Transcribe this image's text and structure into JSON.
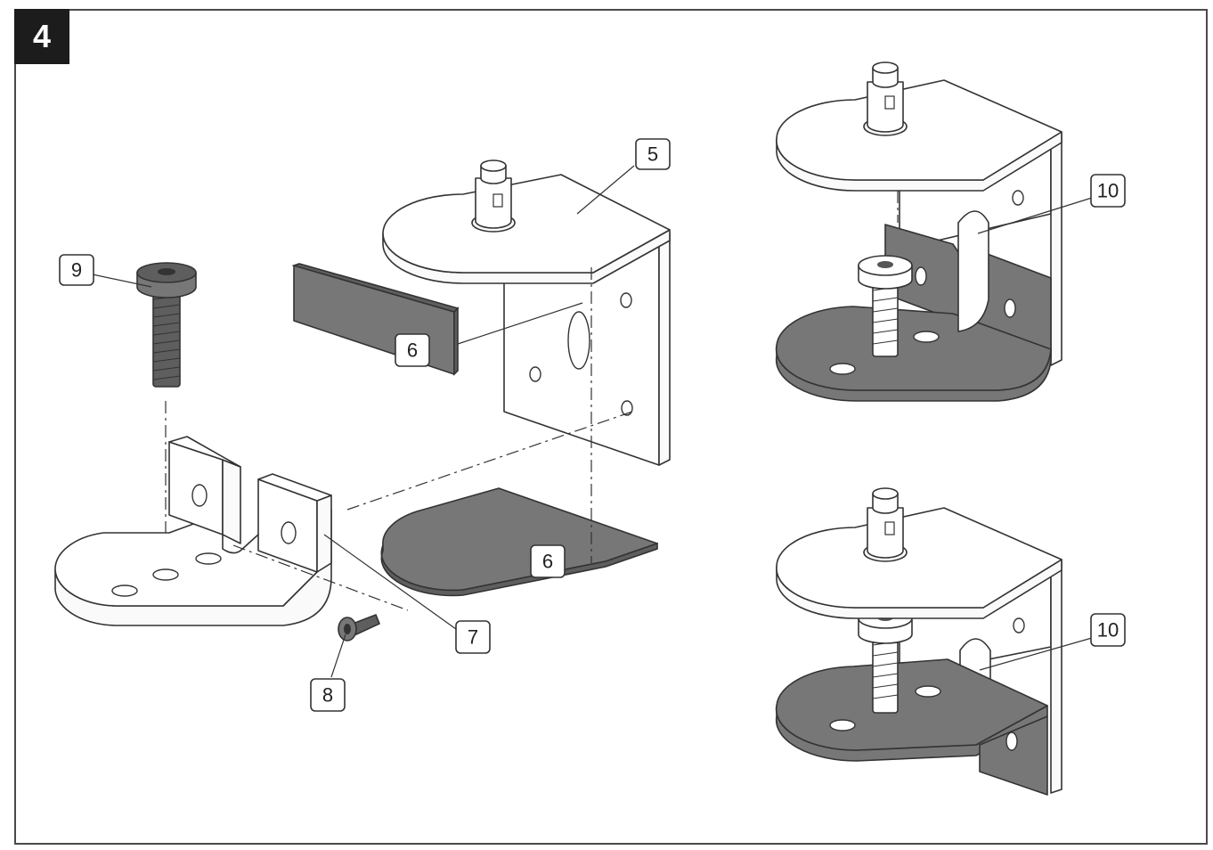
{
  "step": {
    "number": "4"
  },
  "callouts": {
    "c5": "5",
    "c6a": "6",
    "c6b": "6",
    "c7": "7",
    "c8": "8",
    "c9": "9",
    "c10a": "10",
    "c10b": "10"
  },
  "colors": {
    "rubber_pad": "#7a7a7a",
    "badge": "#1c1c1c",
    "line": "#333333"
  }
}
